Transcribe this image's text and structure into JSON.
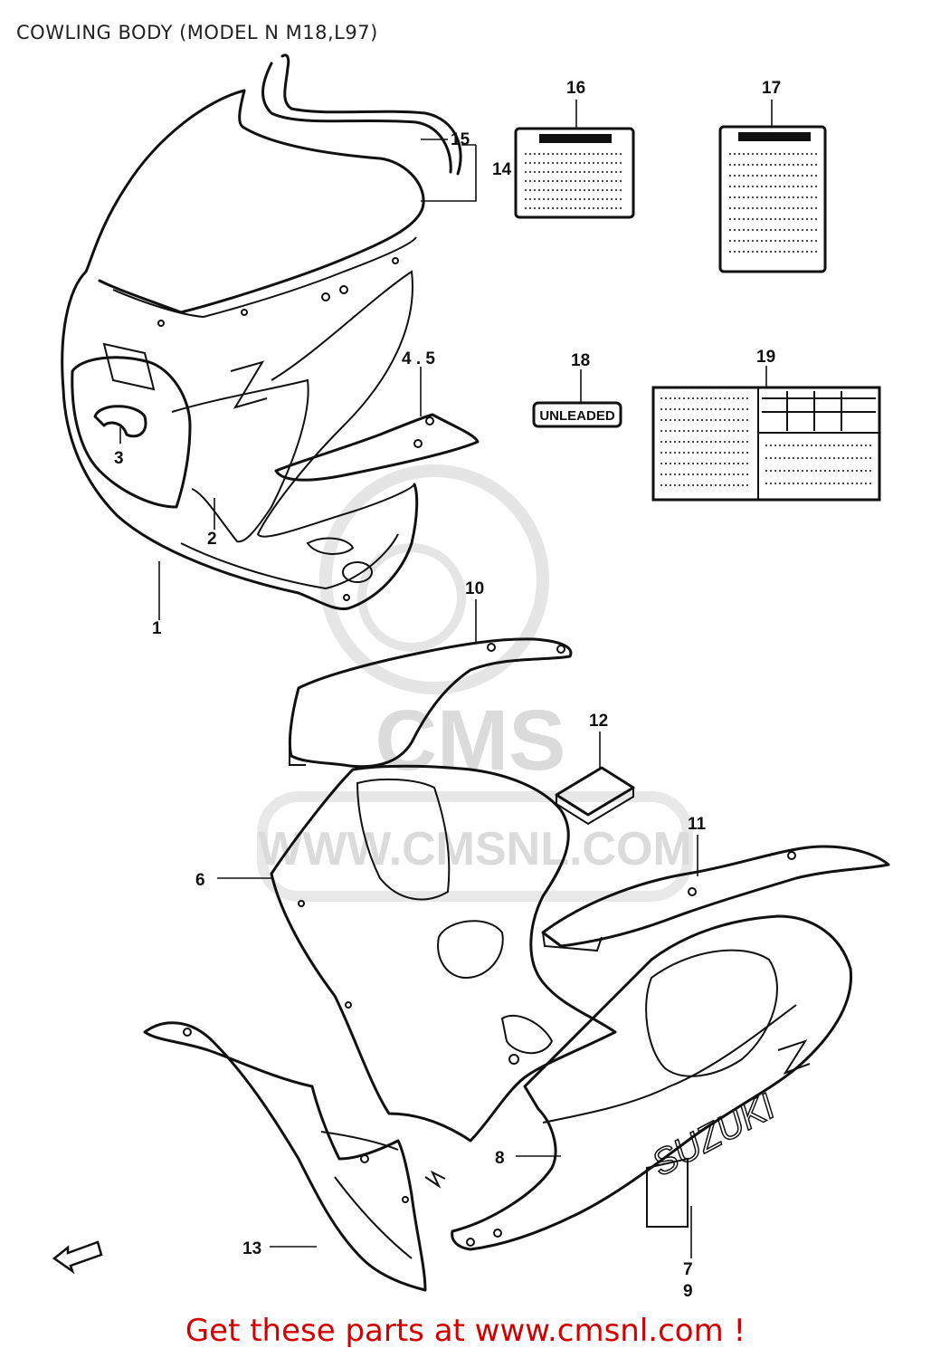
{
  "title": "COWLING BODY (MODEL N M18,L97)",
  "footer": "Get these parts at www.cmsnl.com !",
  "watermark": {
    "brand": "CMS",
    "url": "WWW.CMSNL.COM"
  },
  "labels": {
    "unleaded": "UNLEADED"
  },
  "callouts": [
    "1",
    "2",
    "3",
    "4 . 5",
    "6",
    "7",
    "8",
    "9",
    "10",
    "11",
    "12",
    "13",
    "14",
    "15",
    "16",
    "17",
    "18",
    "19"
  ]
}
